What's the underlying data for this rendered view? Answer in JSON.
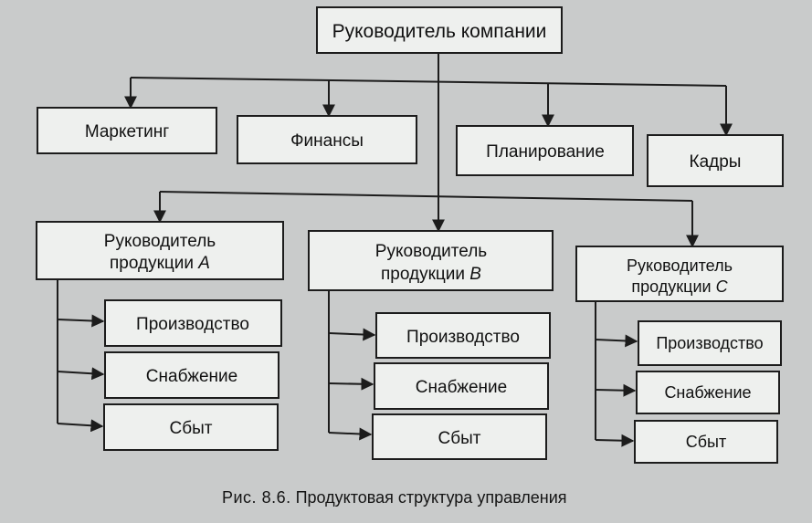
{
  "top": {
    "label": "Руководитель компании"
  },
  "departments": [
    {
      "id": "marketing",
      "label": "Маркетинг"
    },
    {
      "id": "finance",
      "label": "Финансы"
    },
    {
      "id": "planning",
      "label": "Планирование"
    },
    {
      "id": "hr",
      "label": "Кадры"
    }
  ],
  "product_managers": [
    {
      "id": "a",
      "line1": "Руководитель",
      "line2_prefix": "продукции ",
      "line2_letter": "A",
      "units": [
        "Производство",
        "Снабжение",
        "Сбыт"
      ]
    },
    {
      "id": "b",
      "line1": "Руководитель",
      "line2_prefix": "продукции ",
      "line2_letter": "B",
      "units": [
        "Производство",
        "Снабжение",
        "Сбыт"
      ]
    },
    {
      "id": "c",
      "line1": "Руководитель",
      "line2_prefix": "продукции ",
      "line2_letter": "C",
      "units": [
        "Производство",
        "Снабжение",
        "Сбыт"
      ]
    }
  ],
  "caption": {
    "number": "Рис. 8.6.",
    "text": "Продуктовая структура управления"
  },
  "colors": {
    "background": "#c9cbcb",
    "box_fill": "#eef0ee",
    "stroke": "#1c1c1c"
  }
}
